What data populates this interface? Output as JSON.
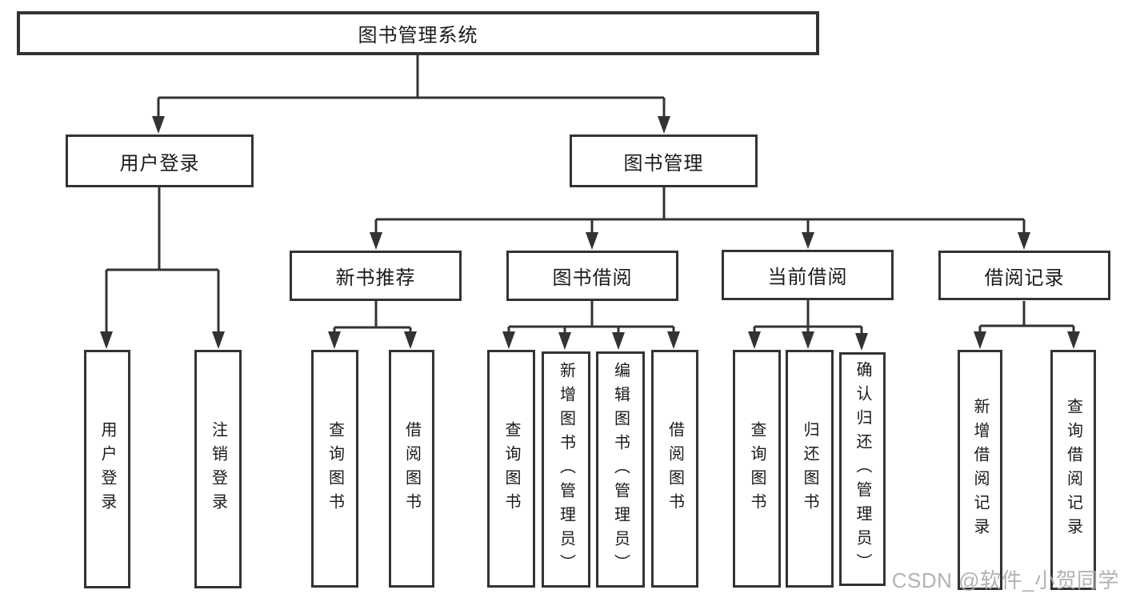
{
  "watermark": {
    "text": "CSDN @软件_小贺同学",
    "color": "#acacac"
  },
  "colors": {
    "line": "#333333",
    "text": "#1a1a1a",
    "box_bg": "#ffffff"
  },
  "diagram": {
    "root": {
      "label": "图书管理系统"
    },
    "branches": [
      {
        "label": "用户登录",
        "children": [
          {
            "label": "用户登录"
          },
          {
            "label": "注销登录"
          }
        ]
      },
      {
        "label": "图书管理",
        "children": [
          {
            "label": "新书推荐",
            "children": [
              {
                "label": "查询图书"
              },
              {
                "label": "借阅图书"
              }
            ]
          },
          {
            "label": "图书借阅",
            "children": [
              {
                "label": "查询图书"
              },
              {
                "label": "新增图书（管理员）"
              },
              {
                "label": "编辑图书（管理员）"
              },
              {
                "label": "借阅图书"
              }
            ]
          },
          {
            "label": "当前借阅",
            "children": [
              {
                "label": "查询图书"
              },
              {
                "label": "归还图书"
              },
              {
                "label": "确认归还（管理员）"
              }
            ]
          },
          {
            "label": "借阅记录",
            "children": [
              {
                "label": "新增借阅记录"
              },
              {
                "label": "查询借阅记录"
              }
            ]
          }
        ]
      }
    ]
  }
}
